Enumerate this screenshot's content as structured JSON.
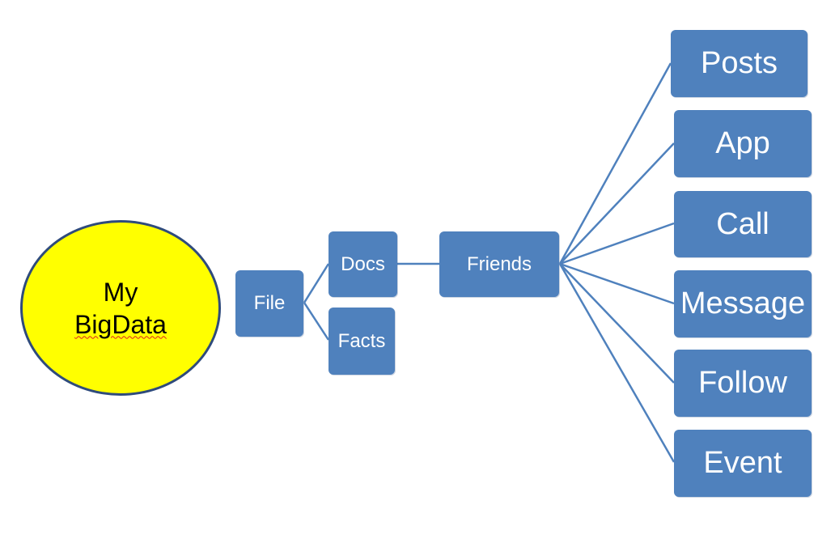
{
  "root": {
    "line1": "My",
    "line2": "BigData",
    "fill_color": "#ffff00",
    "border_color": "#2f4b7c"
  },
  "nodes": {
    "file": "File",
    "docs": "Docs",
    "facts": "Facts",
    "friends": "Friends",
    "posts": "Posts",
    "app": "App",
    "call": "Call",
    "message": "Message",
    "follow": "Follow",
    "event": "Event"
  },
  "colors": {
    "node_fill": "#4f81bd",
    "node_text": "#ffffff",
    "connector": "#4f81bd"
  }
}
